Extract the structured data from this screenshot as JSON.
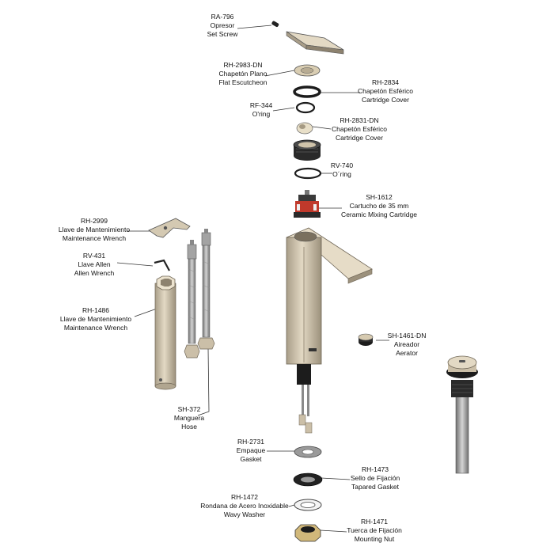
{
  "parts": [
    {
      "id": "set-screw",
      "lines": [
        "RA-796",
        "Opresor",
        "Set Screw"
      ]
    },
    {
      "id": "flat-escutcheon",
      "lines": [
        "RH-2983-DN",
        "Chapetón Plano",
        "Flat Escutcheon"
      ]
    },
    {
      "id": "cartridge-cover-ring",
      "lines": [
        "RH-2834",
        "Chapetón Esférico",
        "Cartridge Cover"
      ]
    },
    {
      "id": "oring-rf344",
      "lines": [
        "RF-344",
        "O'ring"
      ]
    },
    {
      "id": "cartridge-cover-dome",
      "lines": [
        "RH-2831-DN",
        "Chapetón Esférico",
        "Cartridge Cover"
      ]
    },
    {
      "id": "oring-rv740",
      "lines": [
        "RV-740",
        "O´ring"
      ]
    },
    {
      "id": "cartridge",
      "lines": [
        "SH-1612",
        "Cartucho de 35 mm",
        "Ceramic Mixing Cartridge"
      ]
    },
    {
      "id": "wrench-rh2999",
      "lines": [
        "RH-2999",
        "Llave de Mantenimiento",
        "Maintenance Wrench"
      ]
    },
    {
      "id": "allen-wrench",
      "lines": [
        "RV-431",
        "Llave Allen",
        "Allen Wrench"
      ]
    },
    {
      "id": "wrench-rh1486",
      "lines": [
        "RH-1486",
        "Llave de Mantenimiento",
        "Maintenance Wrench"
      ]
    },
    {
      "id": "aerator",
      "lines": [
        "SH-1461-DN",
        "Aireador",
        "Aerator"
      ]
    },
    {
      "id": "hose",
      "lines": [
        "SH-372",
        "Manguera",
        "Hose"
      ]
    },
    {
      "id": "gasket",
      "lines": [
        "RH-2731",
        "Empaque",
        "Gasket"
      ]
    },
    {
      "id": "tapered-gasket",
      "lines": [
        "RH-1473",
        "Sello de Fijación",
        "Tapared Gasket"
      ]
    },
    {
      "id": "wavy-washer",
      "lines": [
        "RH-1472",
        "Rondana de Acero Inoxidable",
        "Wavy Washer"
      ]
    },
    {
      "id": "mounting-nut",
      "lines": [
        "RH-1471",
        "Tuerca de Fijación",
        "Mounting Nut"
      ]
    }
  ],
  "colors": {
    "finish": "#cbbfa8",
    "finish_dark": "#8d826f",
    "finish_light": "#e6dcc7",
    "rubber": "#1c1c1c",
    "steel": "#9a9a9a",
    "cartridge_red": "#c0392b",
    "leader": "#333333"
  }
}
